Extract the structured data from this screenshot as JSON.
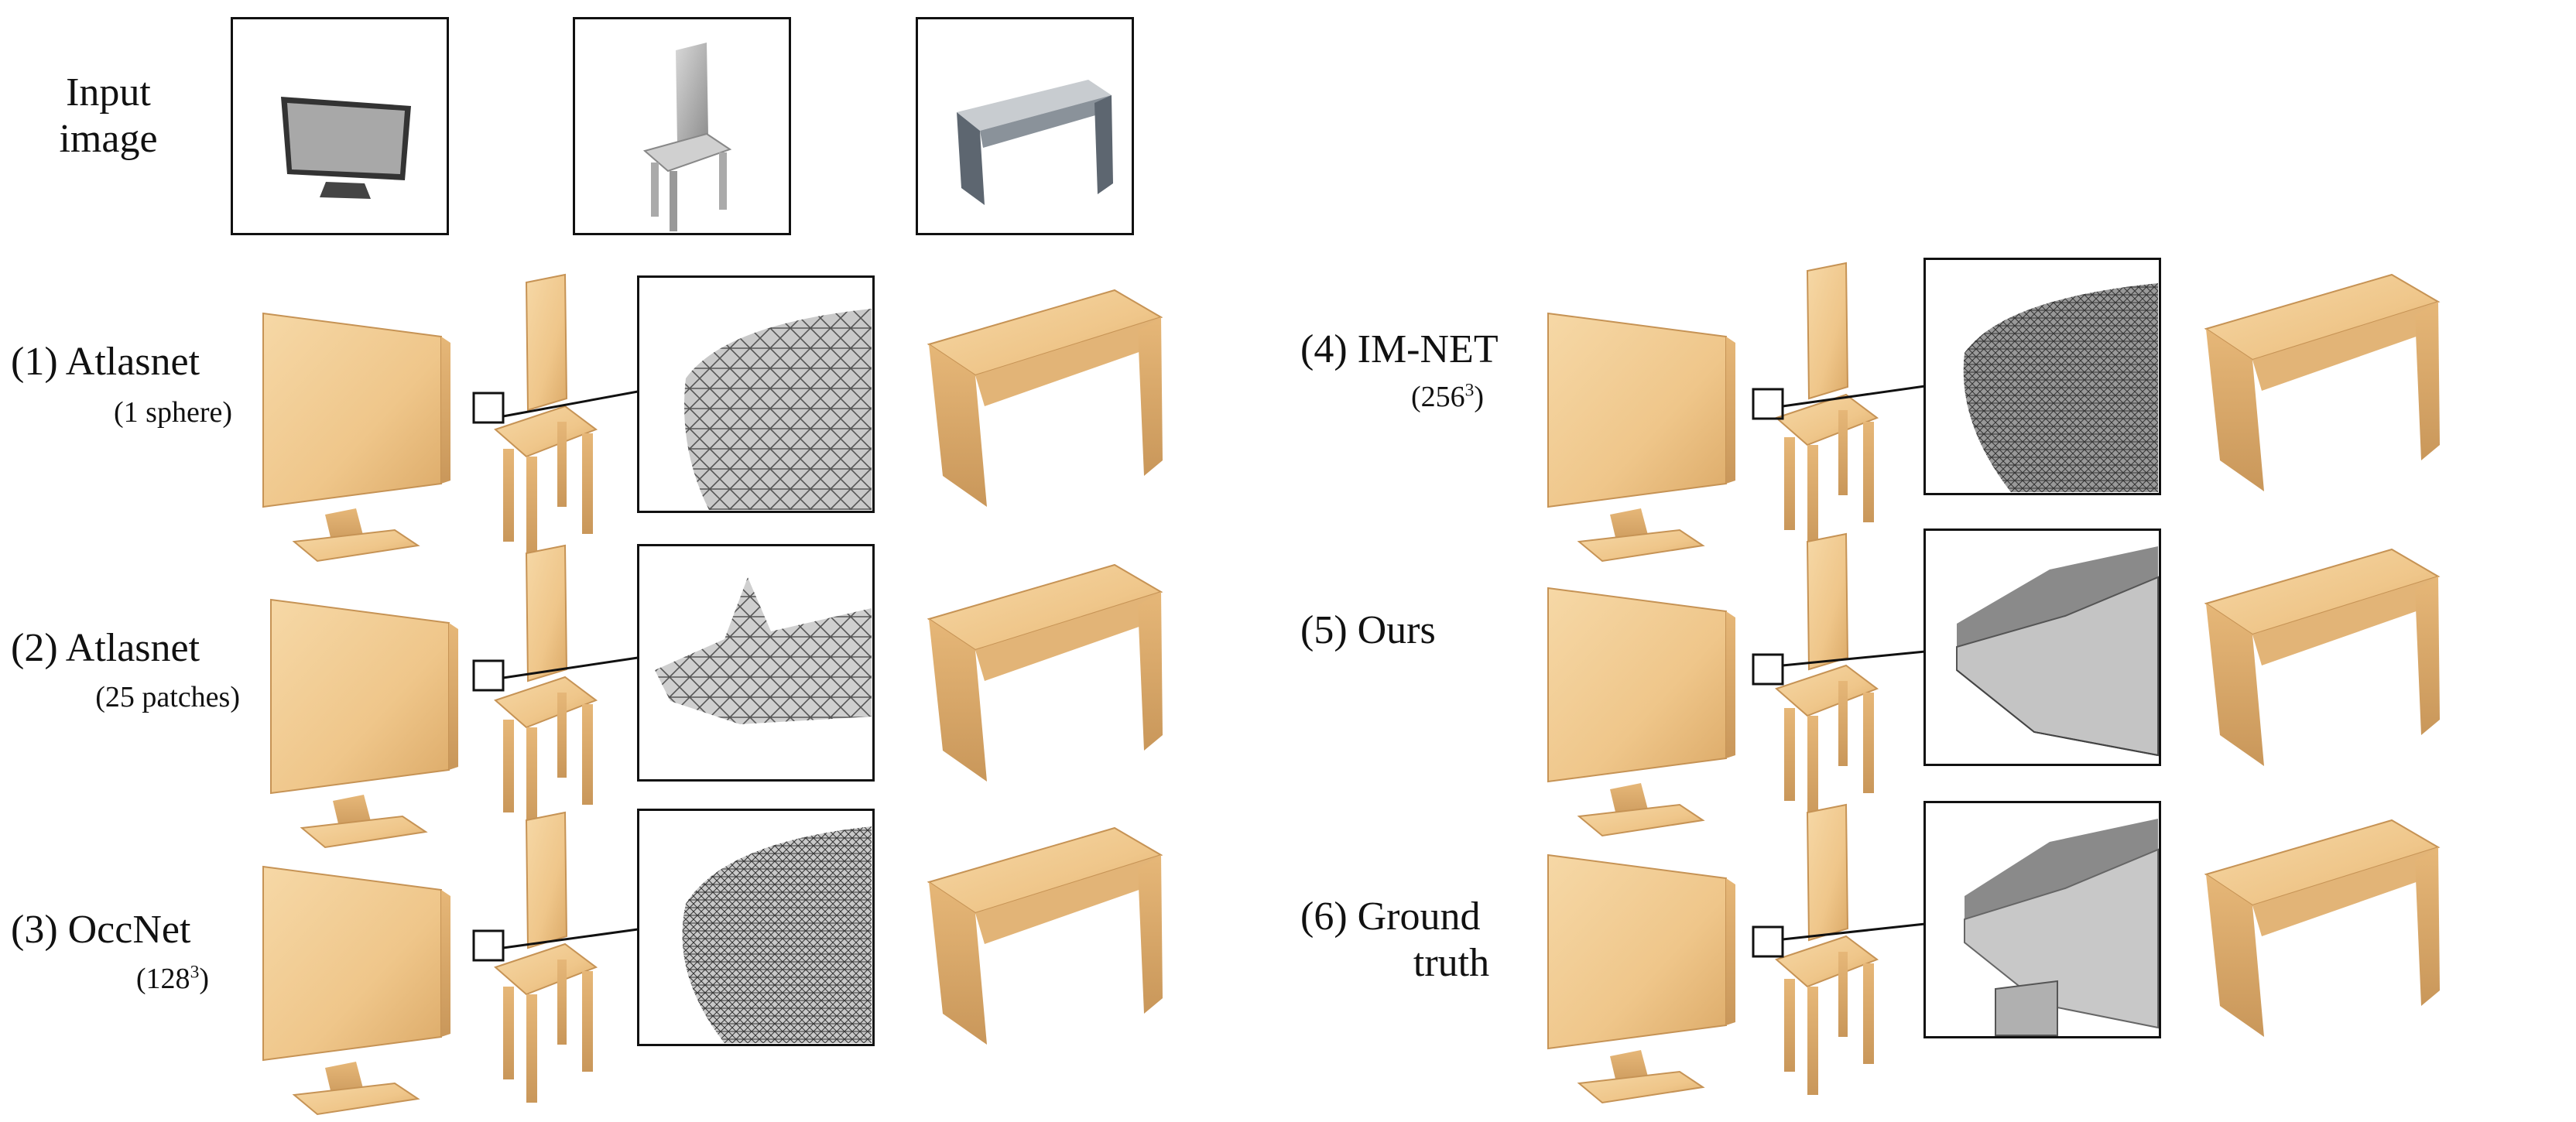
{
  "input_label": "Input image",
  "rows": [
    {
      "id": 1,
      "label": "(1) Atlasnet",
      "sub": "(1 sphere)"
    },
    {
      "id": 2,
      "label": "(2) Atlasnet",
      "sub": "(25 patches)"
    },
    {
      "id": 3,
      "label": "(3) OccNet",
      "sub_base": "(128",
      "sub_exp": "3",
      "sub_close": ")"
    },
    {
      "id": 4,
      "label": "(4) IM-NET",
      "sub_base": "(256",
      "sub_exp": "3",
      "sub_close": ")"
    },
    {
      "id": 5,
      "label": "(5) Ours"
    },
    {
      "id": 6,
      "label": "(6) Ground",
      "label2": "truth"
    }
  ],
  "icons": {
    "monitor": "monitor-icon",
    "chair": "chair-icon",
    "desk": "desk-icon",
    "zoom_mesh": "mesh-zoom-icon"
  },
  "colors": {
    "wood": "#f1c98e",
    "wood_dark": "#d9a968",
    "mesh_gray": "#9a9a9a",
    "frame": "#111111"
  }
}
